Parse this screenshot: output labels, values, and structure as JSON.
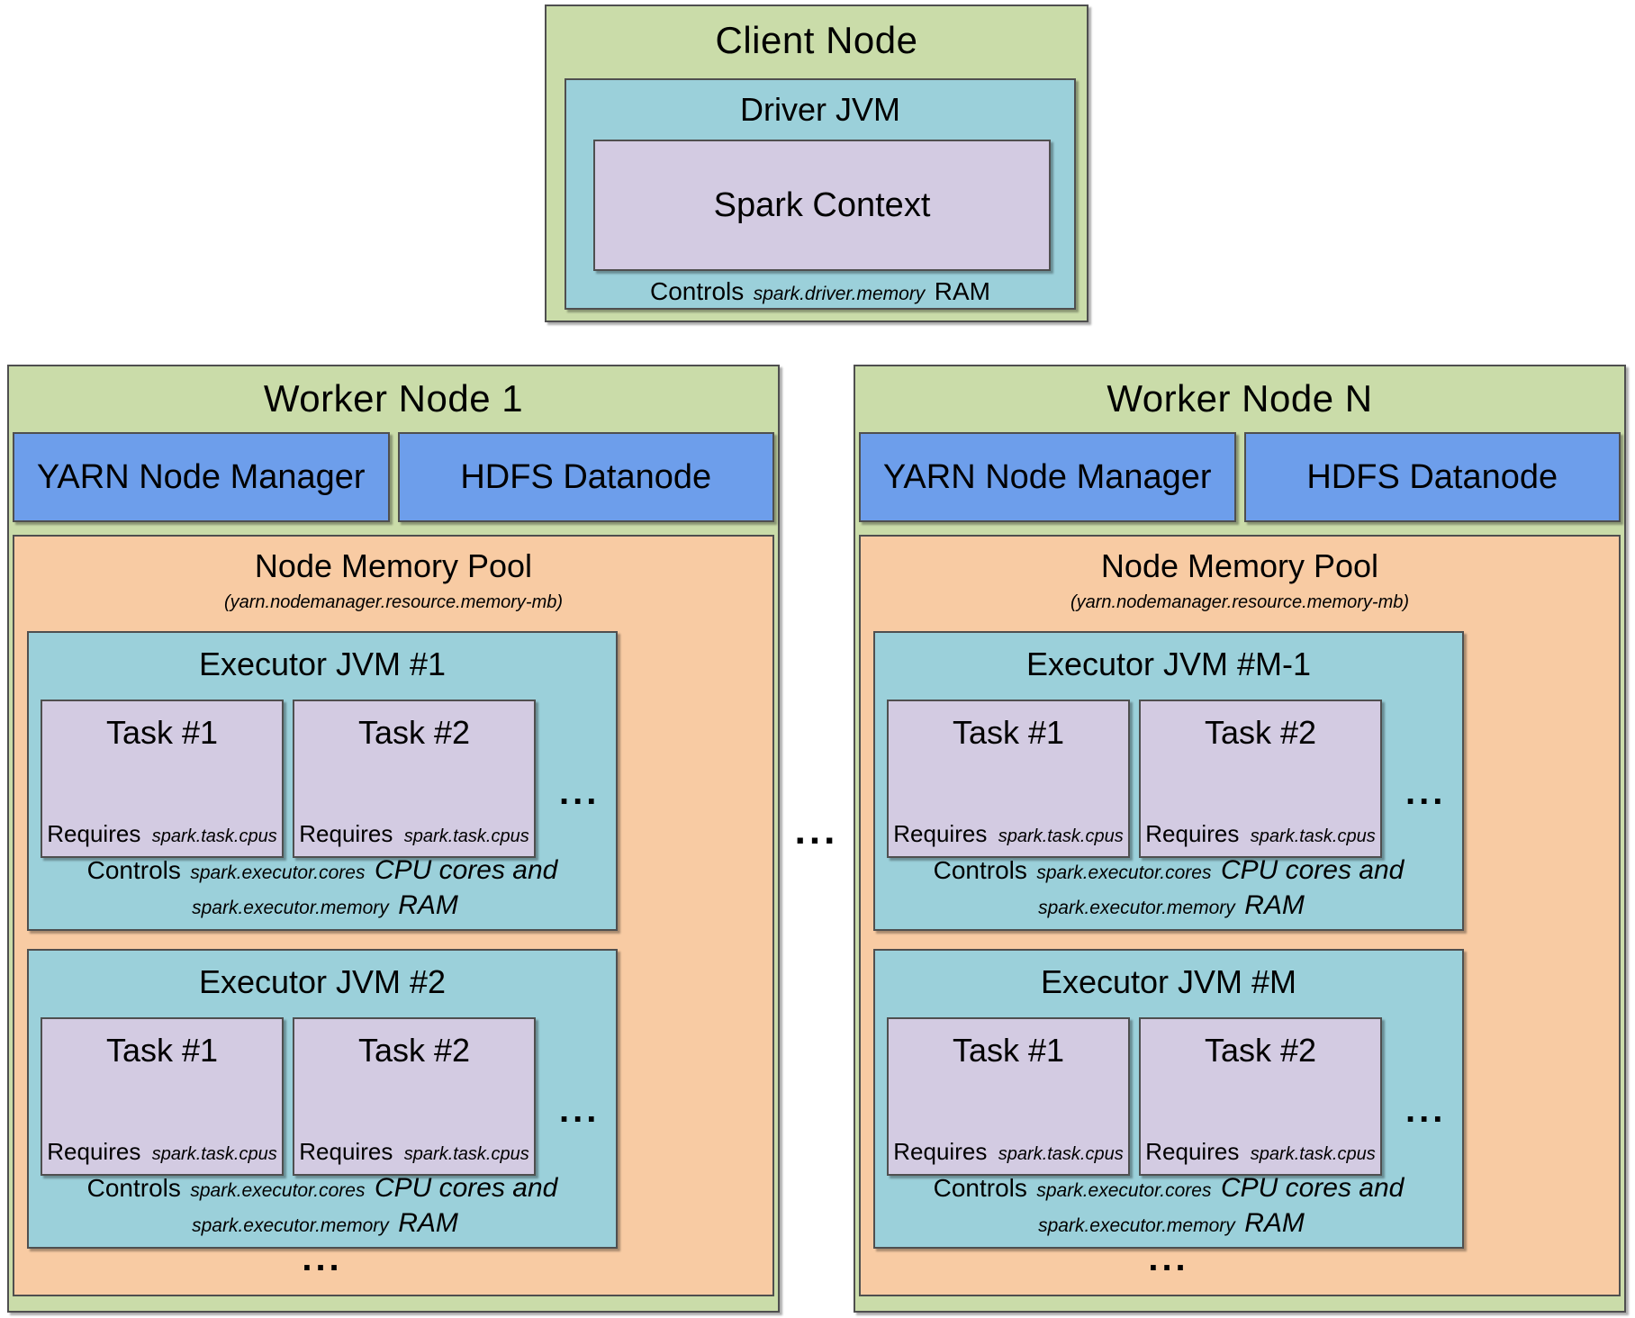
{
  "colors": {
    "node_green": "#cadca9",
    "service_blue": "#6d9eeb",
    "jvm_cyan": "#9bd0da",
    "task_purple": "#d3cbe2",
    "pool_orange": "#f8cba3",
    "border_gray": "#4f4f4f"
  },
  "ellipsis": "...",
  "client": {
    "title": "Client Node",
    "driver": {
      "title": "Driver JVM",
      "context": "Spark Context",
      "controls": {
        "prefix": "Controls",
        "param": "spark.driver.memory",
        "suffix": "RAM"
      }
    }
  },
  "task_requires": {
    "label": "Requires",
    "param": "spark.task.cpus"
  },
  "executor_controls": {
    "prefix": "Controls",
    "cores_param": "spark.executor.cores",
    "cores_text": "CPU cores and",
    "mem_param": "spark.executor.memory",
    "mem_text": "RAM"
  },
  "workers": [
    {
      "title": "Worker Node 1",
      "yarn": "YARN Node Manager",
      "hdfs": "HDFS Datanode",
      "pool": {
        "title": "Node Memory Pool",
        "subtitle": "(yarn.nodemanager.resource.memory-mb)",
        "executors": [
          {
            "title": "Executor JVM #1",
            "tasks": [
              {
                "title": "Task #1"
              },
              {
                "title": "Task #2"
              }
            ]
          },
          {
            "title": "Executor JVM #2",
            "tasks": [
              {
                "title": "Task #1"
              },
              {
                "title": "Task #2"
              }
            ]
          }
        ]
      }
    },
    {
      "title": "Worker Node N",
      "yarn": "YARN Node Manager",
      "hdfs": "HDFS Datanode",
      "pool": {
        "title": "Node Memory Pool",
        "subtitle": "(yarn.nodemanager.resource.memory-mb)",
        "executors": [
          {
            "title": "Executor JVM #M-1",
            "tasks": [
              {
                "title": "Task #1"
              },
              {
                "title": "Task #2"
              }
            ]
          },
          {
            "title": "Executor JVM #M",
            "tasks": [
              {
                "title": "Task #1"
              },
              {
                "title": "Task #2"
              }
            ]
          }
        ]
      }
    }
  ]
}
